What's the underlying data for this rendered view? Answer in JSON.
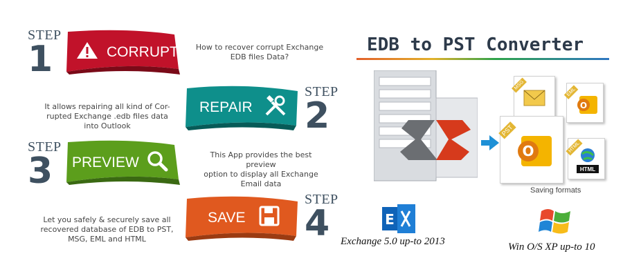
{
  "steps": [
    {
      "word": "STEP",
      "num": "1",
      "label": "CORRUPT",
      "color": "#c1122a",
      "icon": "warning-icon",
      "desc": [
        "How to recover corrupt Exchange",
        "EDB files Data?"
      ]
    },
    {
      "word": "STEP",
      "num": "2",
      "label": "REPAIR",
      "color": "#0e8f8b",
      "icon": "wrench-screwdriver-icon",
      "desc": [
        "It allows repairing all kind of Cor-",
        "rupted Exchange .edb files data",
        "into Outlook"
      ]
    },
    {
      "word": "STEP",
      "num": "3",
      "label": "PREVIEW",
      "color": "#5c9e1c",
      "icon": "magnifier-icon",
      "desc": [
        "This App provides the best preview",
        "option to display all Exchange",
        "Email data"
      ]
    },
    {
      "word": "STEP",
      "num": "4",
      "label": "SAVE",
      "color": "#e0591f",
      "icon": "save-icon",
      "desc": [
        "Let you safely & securely save all",
        "recovered database of EDB to PST,",
        "MSG, EML and HTML"
      ]
    }
  ],
  "right": {
    "title": "EDB to PST Converter",
    "saving_formats": "Saving formats",
    "formats": [
      "MSG",
      "EML",
      "PST",
      "HTML"
    ],
    "exchange": "Exchange 5.0 up-to 2013",
    "windows": "Win O/S XP up-to 10"
  },
  "colors": {
    "title_rule_left": "#e2602a",
    "title_rule_mid": "#2ea34a",
    "title_rule_right": "#2e76c2",
    "step_text": "#3e5060"
  }
}
